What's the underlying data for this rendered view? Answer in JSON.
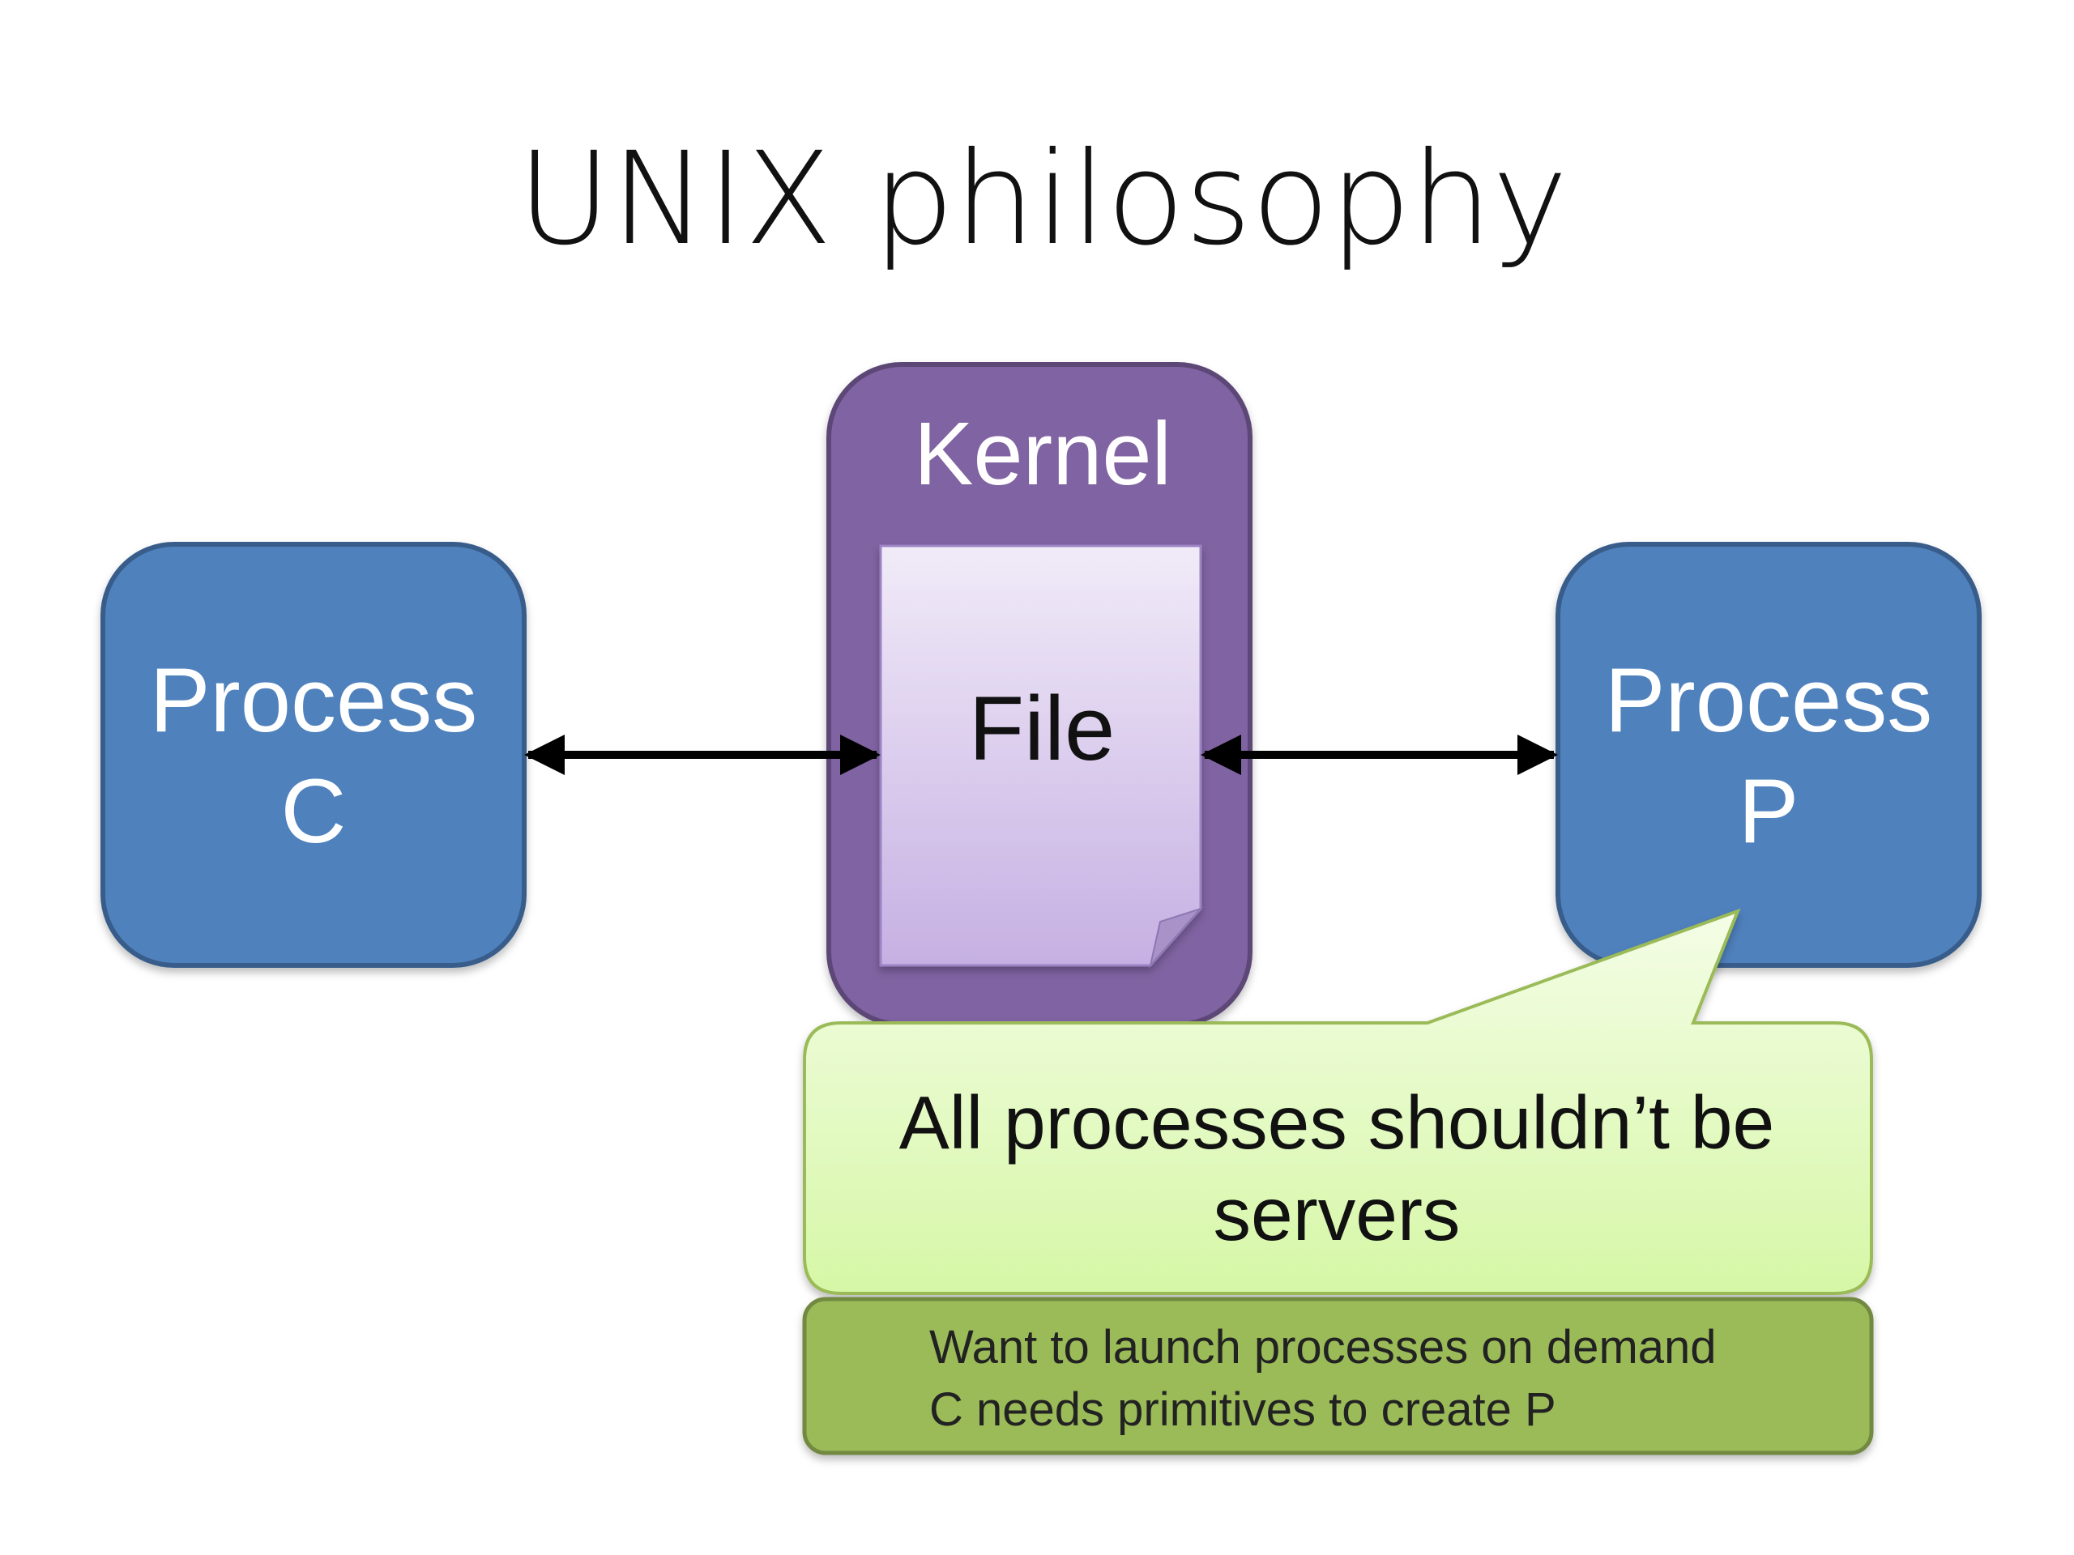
{
  "slide": {
    "title": "UNIX philosophy"
  },
  "diagram": {
    "process_c": {
      "line1": "Process",
      "line2": "C"
    },
    "kernel": {
      "label": "Kernel",
      "file_label": "File"
    },
    "process_p": {
      "line1": "Process",
      "line2": "P"
    },
    "callout": {
      "line1": "All processes shouldn’t be",
      "line2": "servers"
    },
    "note": {
      "line1": "Want to launch processes on demand",
      "line2": "C needs primitives to create P"
    }
  },
  "colors": {
    "process_fill": "#4f81bd",
    "process_stroke": "#385d8a",
    "kernel_fill": "#8064a2",
    "kernel_stroke": "#5c4776",
    "file_top": "#f1ebf8",
    "file_bottom": "#c6b0e3",
    "callout_top": "#f4fde6",
    "callout_bottom": "#d6f7a6",
    "callout_stroke": "#9bbb59",
    "note_fill": "#9bbb59",
    "note_stroke": "#71893f",
    "arrow": "#000000"
  },
  "icons": {
    "arrow_left": "double-headed-arrow-icon",
    "arrow_right": "double-headed-arrow-icon",
    "file": "document-icon"
  }
}
